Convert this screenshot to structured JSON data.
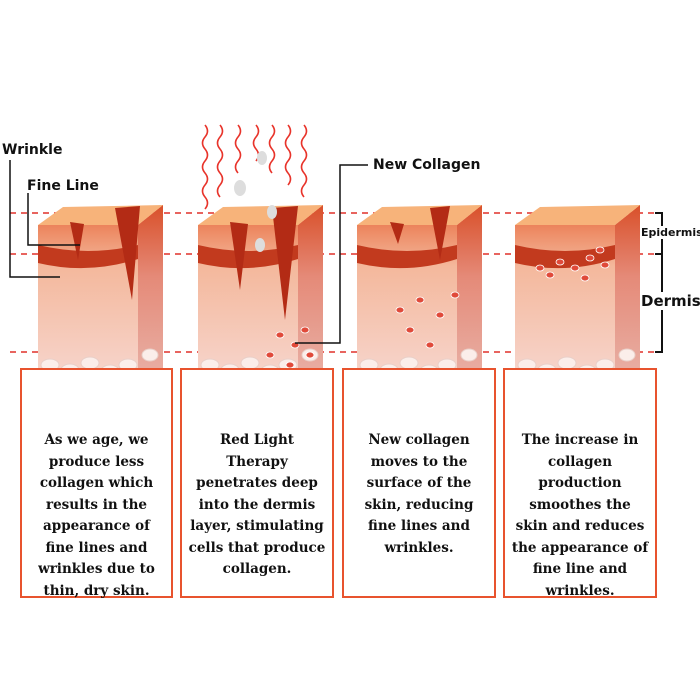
{
  "labels": {
    "wrinkle": "Wrinkle",
    "fine_line": "Fine Line",
    "new_collagen": "New Collagen",
    "epidermis": "Epidermis",
    "dermis": "Dermis"
  },
  "panels": [
    {
      "text": "As we age, we produce less collagen which results in the appearance of fine lines and wrinkles due to thin, dry skin."
    },
    {
      "text": "Red Light Therapy penetrates deep into the dermis layer, stimulating cells that produce collagen."
    },
    {
      "text": "New collagen moves to the surface of the skin, reducing fine lines and wrinkles."
    },
    {
      "text": "The increase in collagen production smoothes the skin and reduces the appearance of fine line and wrinkles."
    }
  ],
  "colors": {
    "accent": "#e8532e",
    "dashed": "#e0302a"
  }
}
